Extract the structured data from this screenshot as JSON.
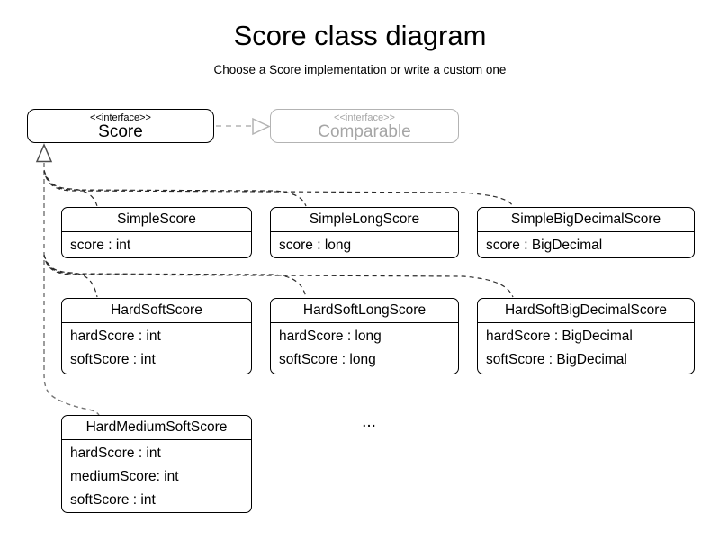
{
  "header": {
    "title": "Score class diagram",
    "subtitle": "Choose a Score implementation or write a custom one"
  },
  "interfaces": {
    "score": {
      "stereotype": "<<interface>>",
      "name": "Score"
    },
    "comparable": {
      "stereotype": "<<interface>>",
      "name": "Comparable"
    }
  },
  "classes": [
    {
      "name": "SimpleScore",
      "attributes": [
        "score : int"
      ]
    },
    {
      "name": "SimpleLongScore",
      "attributes": [
        "score : long"
      ]
    },
    {
      "name": "SimpleBigDecimalScore",
      "attributes": [
        "score : BigDecimal"
      ]
    },
    {
      "name": "HardSoftScore",
      "attributes": [
        "hardScore : int",
        "softScore : int"
      ]
    },
    {
      "name": "HardSoftLongScore",
      "attributes": [
        "hardScore : long",
        "softScore : long"
      ]
    },
    {
      "name": "HardSoftBigDecimalScore",
      "attributes": [
        "hardScore : BigDecimal",
        "softScore : BigDecimal"
      ]
    },
    {
      "name": "HardMediumSoftScore",
      "attributes": [
        "hardScore : int",
        "mediumScore: int",
        "softScore : int"
      ]
    }
  ],
  "ellipsis": "...",
  "relationships": {
    "realization_arrow": "hollow-triangle-up-under-score",
    "score_to_comparable": "dashed-realization-right"
  },
  "colors": {
    "class_border": "#000000",
    "branch_line": "#2b2b2b",
    "trunk_line": "#737373",
    "muted_border": "#b3b3b3",
    "muted_text": "#a6a6a6",
    "background": "#ffffff"
  }
}
